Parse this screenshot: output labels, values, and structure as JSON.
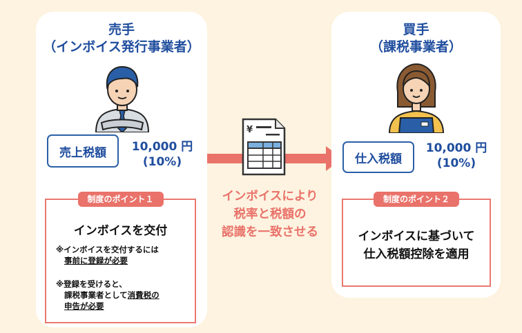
{
  "seller": {
    "title_line1": "売手",
    "title_line2": "（インボイス発行事業者）",
    "tax_label": "売上税額",
    "amount": "10,000 円",
    "rate": "(10%)",
    "point": {
      "label": "制度のポイント１",
      "heading": "インボイスを交付",
      "note1_a": "※インボイスを交付するには",
      "note1_b": "事前に登録が必要",
      "note2_a": "※登録を受けると、",
      "note2_b1": "課税事業者として",
      "note2_b2": "消費税の",
      "note2_c": "申告が必要"
    }
  },
  "buyer": {
    "title_line1": "買手",
    "title_line2": "（課税事業者）",
    "tax_label": "仕入税額",
    "amount": "10,000 円",
    "rate": "(10%)",
    "point": {
      "label": "制度のポイント２",
      "heading_line1": "インボイスに基づいて",
      "heading_line2": "仕入税額控除を適用"
    }
  },
  "center": {
    "line1": "インボイスにより",
    "line2": "税率と税額の",
    "line3": "認識を一致させる",
    "invoice_symbol": "¥"
  },
  "colors": {
    "background": "#fdf3e0",
    "blue_text": "#1f4d9e",
    "accent_red": "#e9726a"
  }
}
